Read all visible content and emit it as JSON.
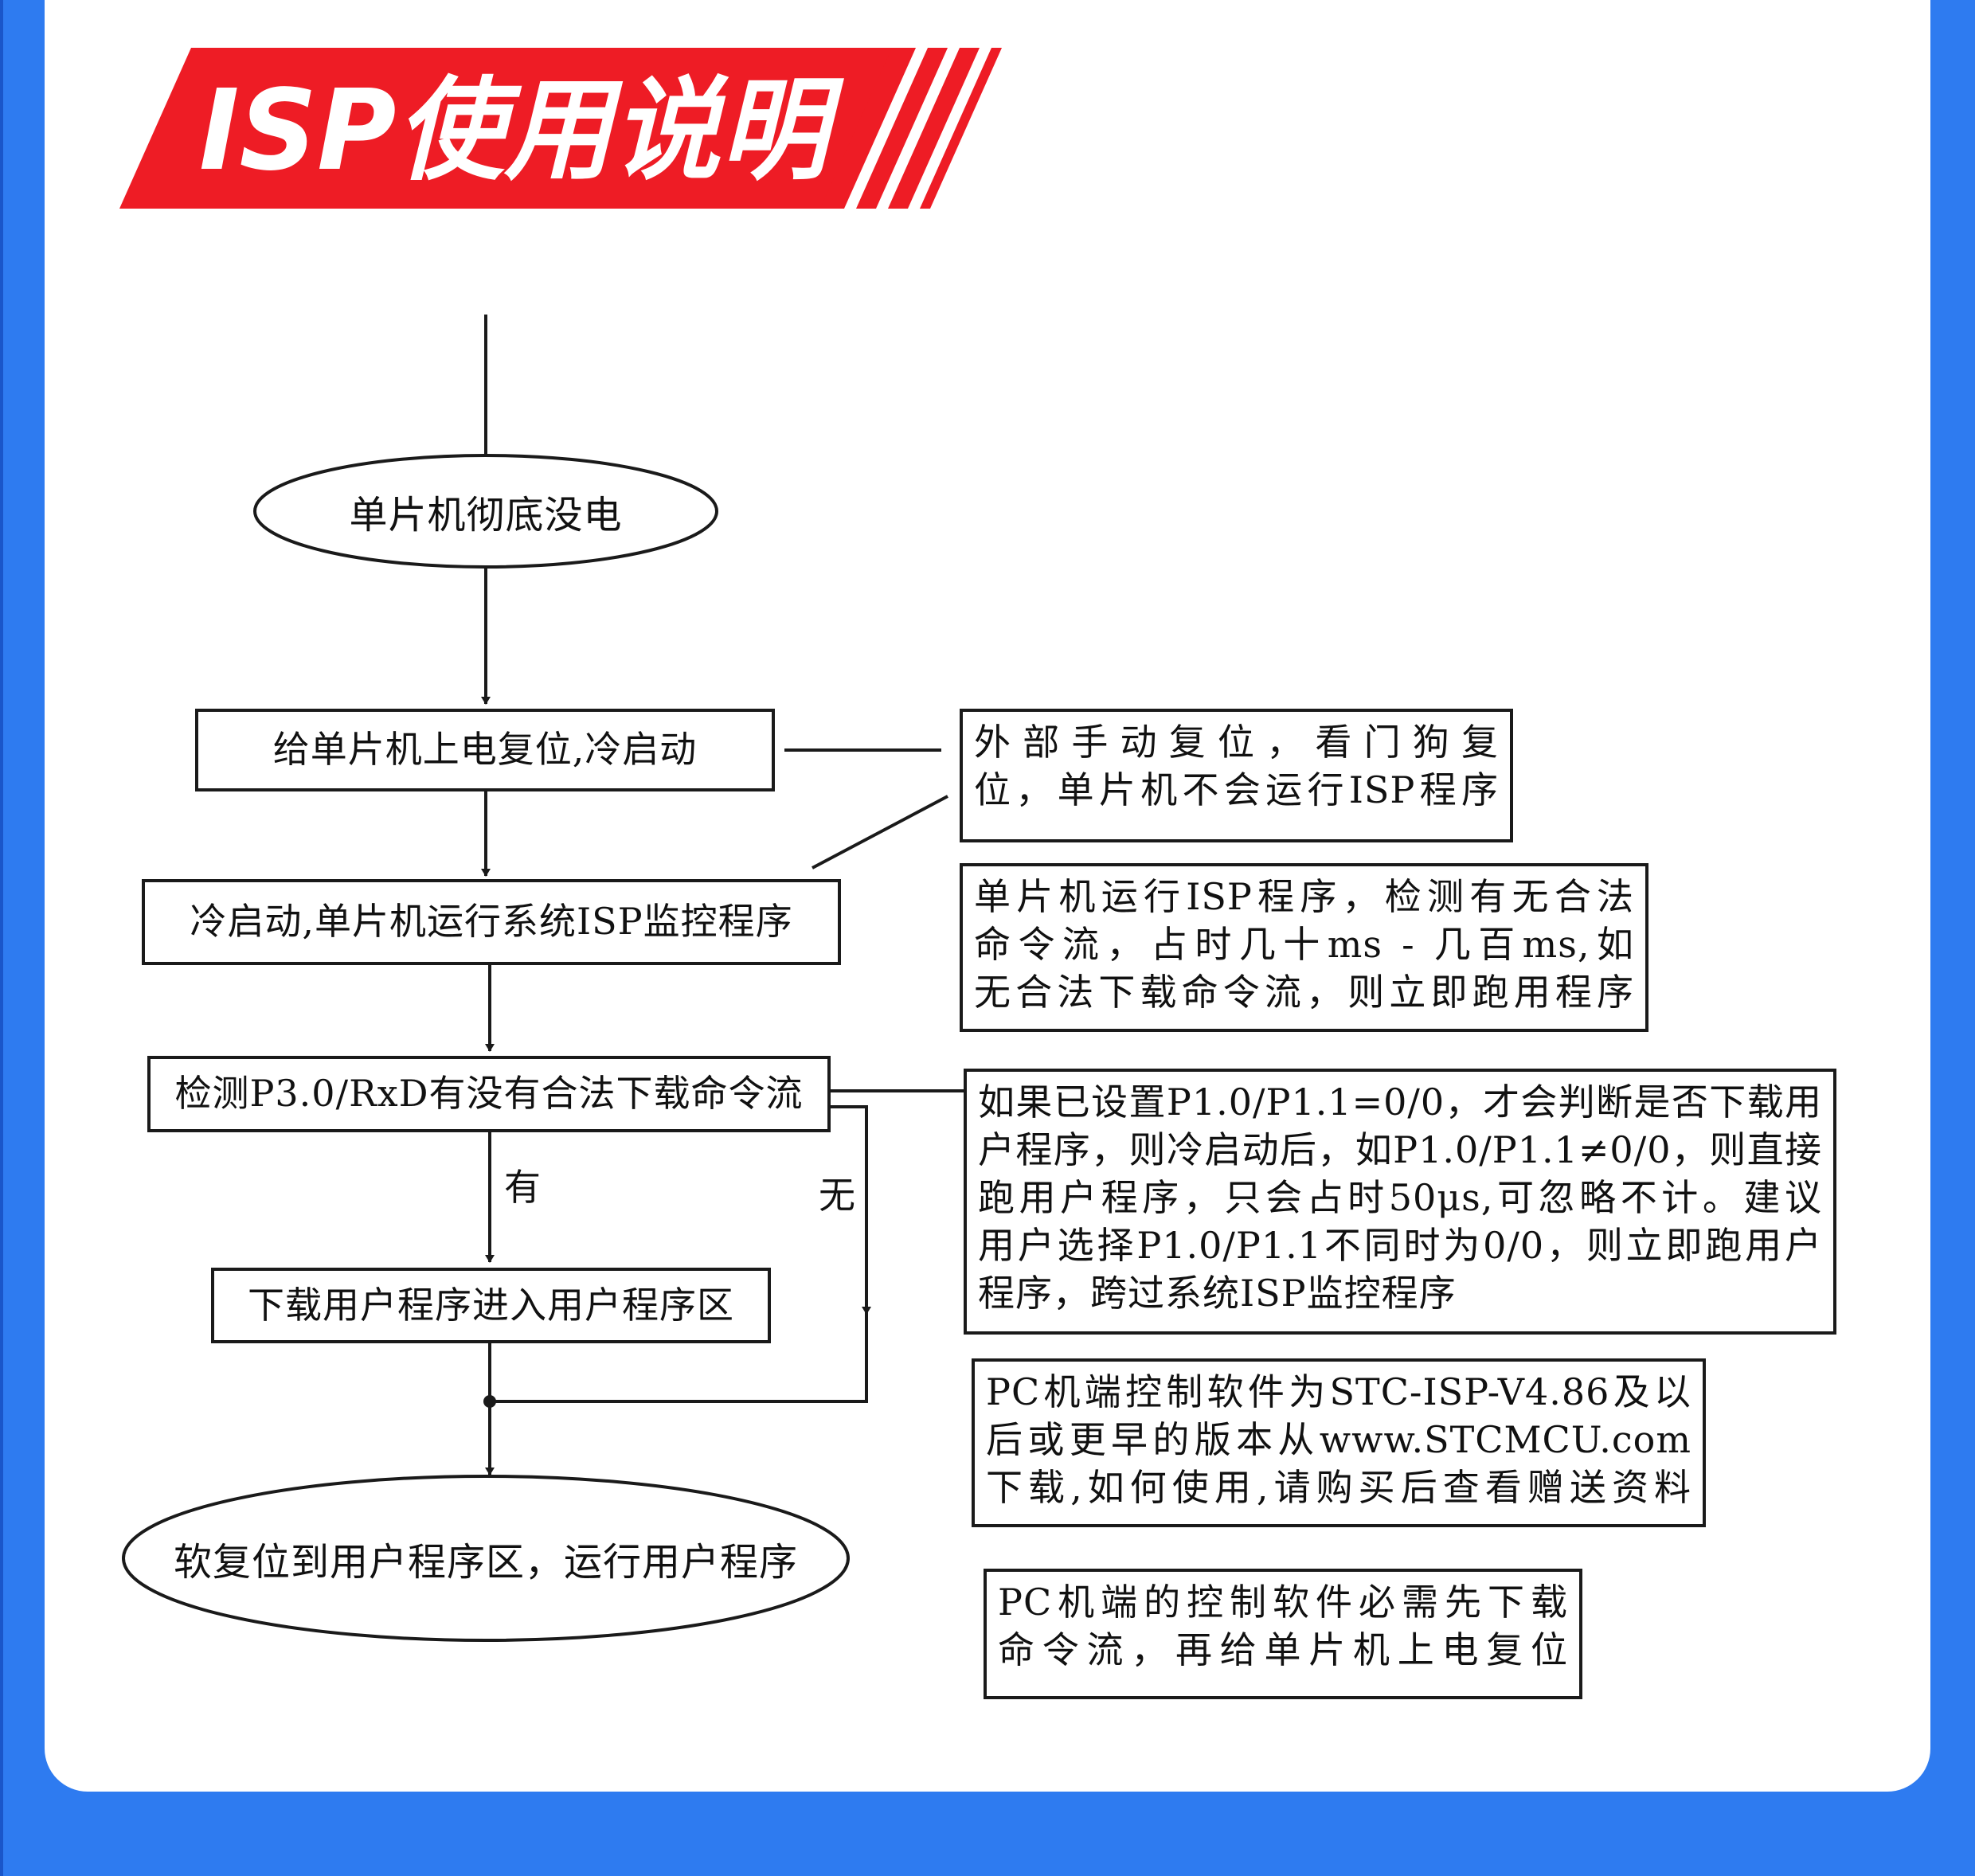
{
  "header": {
    "title": "ISP使用说明"
  },
  "colors": {
    "page_background": "#2e7bf0",
    "card_background": "#ffffff",
    "banner_red": "#ee1c25",
    "banner_text": "#ffffff",
    "line": "#1a1a1a"
  },
  "flow": {
    "start": "单片机彻底没电",
    "power_on": "给单片机上电复位,冷启动",
    "run_isp": "冷启动,单片机运行系统ISP监控程序",
    "detect": "检测P3.0/RxD有没有合法下载命令流",
    "yes_label": "有",
    "no_label": "无",
    "download": "下载用户程序进入用户程序区",
    "end": "软复位到用户程序区，运行用户程序"
  },
  "notes": {
    "reset_note": [
      "外部手动复位，看门狗复",
      "位，单片机不会运行ISP程序"
    ],
    "isp_note": [
      "单片机运行ISP程序，检测有无合法",
      "命令流，占时几十ms - 几百ms,如",
      "无合法下载命令流，则立即跑用程序"
    ],
    "p1_note": [
      "如果已设置P1.0/P1.1=0/0，才会判断是否下载用",
      "户程序，则冷启动后，如P1.0/P1.1≠0/0，则直接",
      "跑用户程序，只会占时50μs,可忽略不计。建议",
      "用户选择P1.0/P1.1不同时为0/0，则立即跑用户",
      "程序，跨过系统ISP监控程序"
    ],
    "software_note": [
      "PC机端控制软件为STC-ISP-V4.86及以",
      "后或更早的版本从www.STCMCU.com",
      "下载,如何使用,请购买后查看赠送资料"
    ],
    "order_note": [
      "PC机端的控制软件必需先下载",
      "命令流，再给单片机上电复位"
    ]
  }
}
